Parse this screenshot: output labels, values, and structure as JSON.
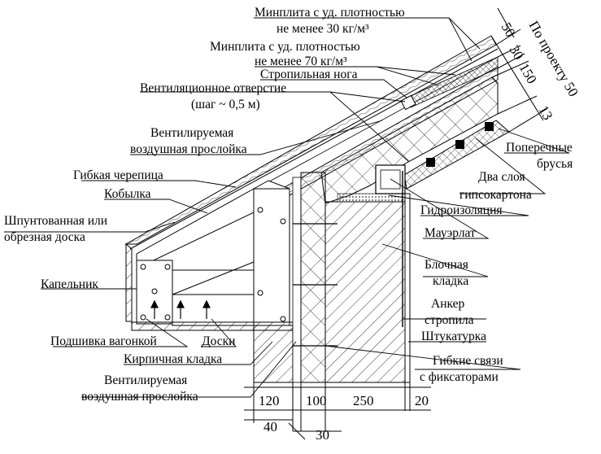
{
  "labels": {
    "minplita30_l1": "Минплита с уд. плотностью",
    "minplita30_l2": "не менее 30 кг/м³",
    "minplita70_l1": "Минплита с уд. плотностью",
    "minplita70_l2": "не менее 70 кг/м³",
    "rafter": "Стропильная нога",
    "vent_hole_l1": "Вентиляционное отверстие",
    "vent_hole_l2": "(шаг ~ 0,5 м)",
    "vent_gap_top_l1": "Вентилируемая",
    "vent_gap_top_l2": "воздушная прослойка",
    "shingles": "Гибкая черепица",
    "kobylka": "Кобылка",
    "board_l1": "Шпунтованная или",
    "board_l2": "обрезная доска",
    "drip": "Капельник",
    "soffit": "Подшивка вагонкой",
    "boards": "Доски",
    "brickwork": "Кирпичная кладка",
    "vent_gap_bot_l1": "Вентилируемая",
    "vent_gap_bot_l2": "воздушная прослойка",
    "cross_bars_l1": "Поперечные",
    "cross_bars_l2": "брусья",
    "gypsum_l1": "Два слоя",
    "gypsum_l2": "гипсокартона",
    "waterproofing": "Гидроизоляция",
    "mauerlat": "Мауэрлат",
    "block_l1": "Блочная",
    "block_l2": "кладка",
    "anchor_l1": "Анкер",
    "anchor_l2": "стропила",
    "plaster": "Штукатурка",
    "ties_l1": "Гибкие связи",
    "ties_l2": "с фиксаторами"
  },
  "dimensions": {
    "d120": "120",
    "d100": "100",
    "d250": "250",
    "d20": "20",
    "d40": "40",
    "d30": "30",
    "r50a": "50",
    "r30": "30",
    "r150": "150",
    "r13": "13",
    "r_project": "По проекту 50"
  }
}
